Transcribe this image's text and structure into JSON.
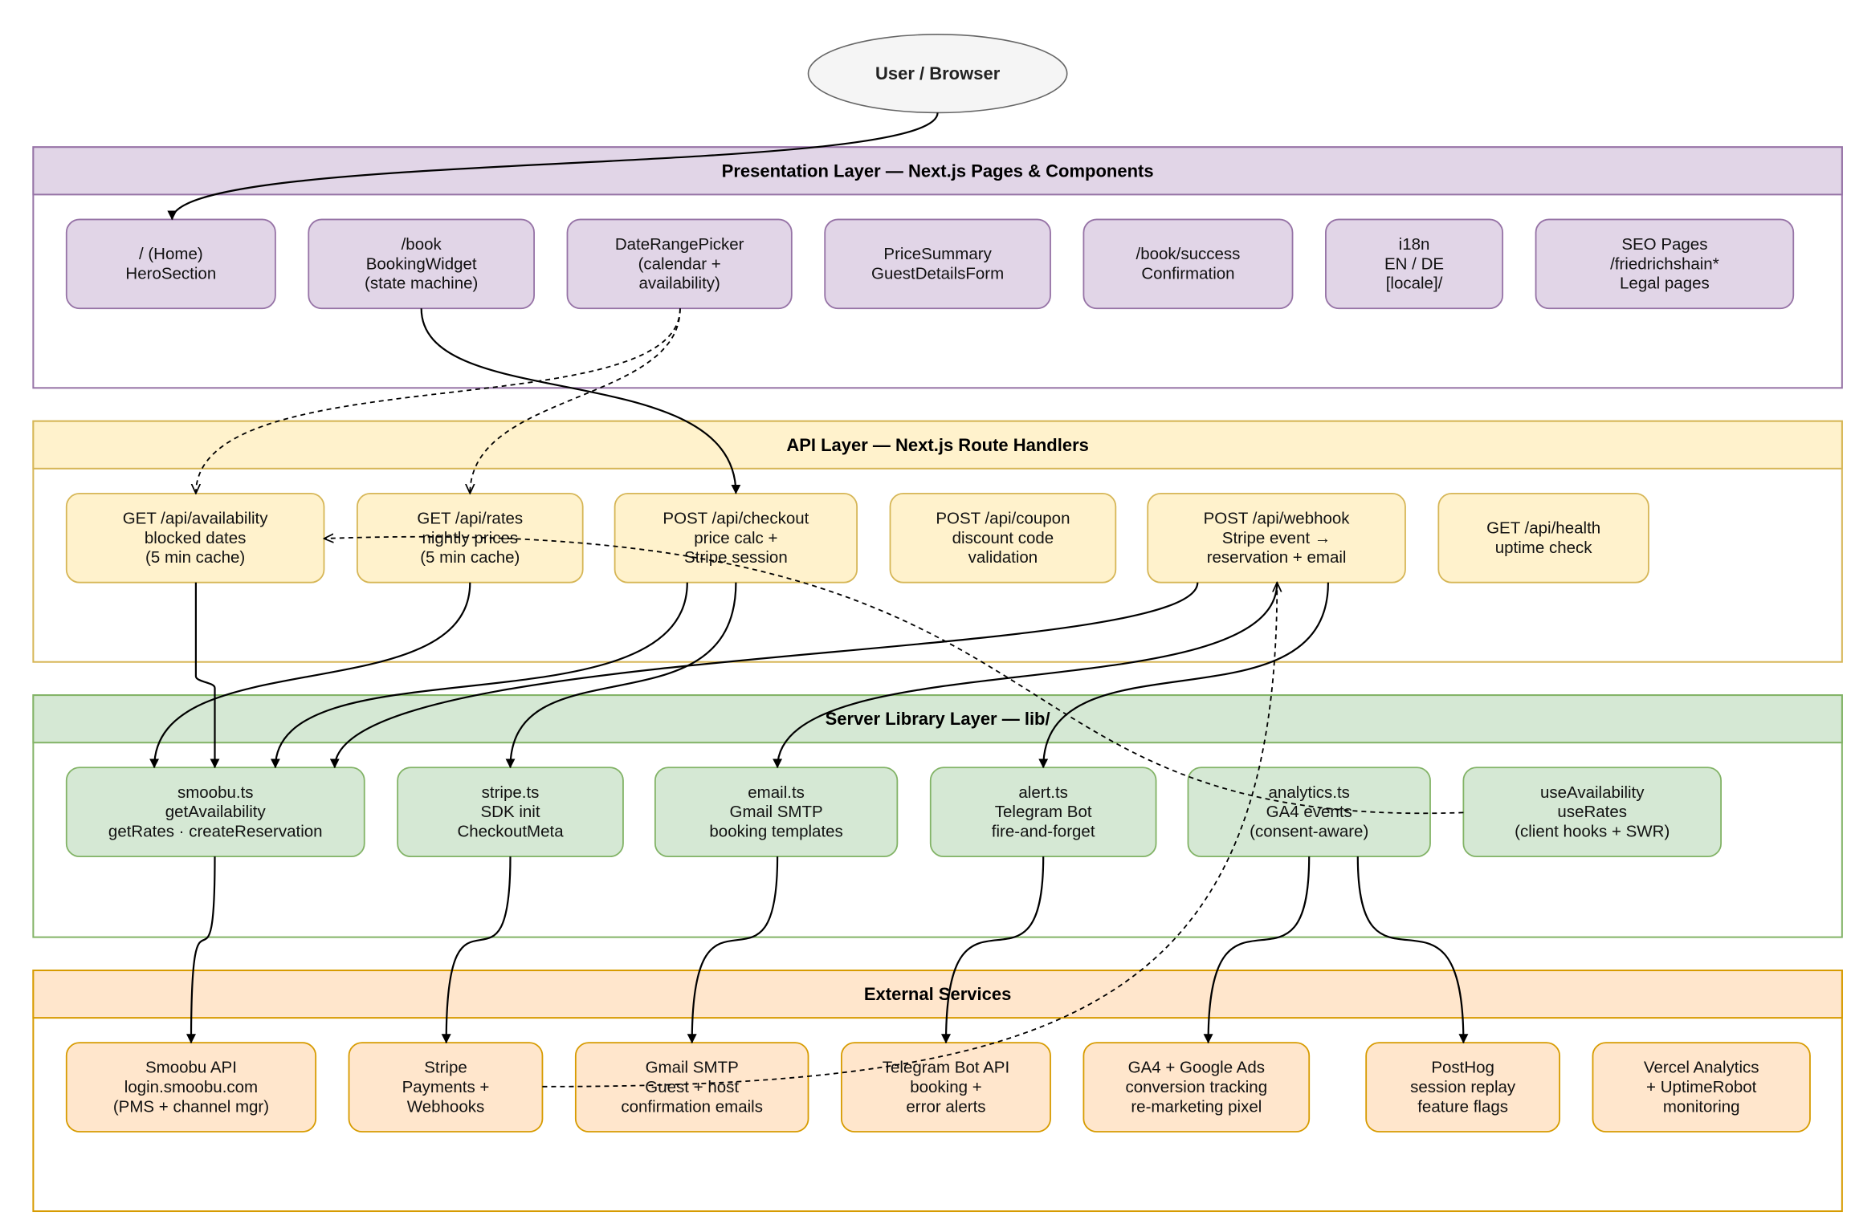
{
  "user": {
    "label": "User / Browser"
  },
  "layers": [
    {
      "id": "presentation",
      "title": "Presentation Layer — Next.js Pages & Components",
      "fill": "#e1d5e7",
      "stroke": "#9673a6",
      "nodes": [
        {
          "id": "home",
          "lines": [
            "/ (Home)",
            "HeroSection"
          ]
        },
        {
          "id": "book",
          "lines": [
            "/book",
            "BookingWidget",
            "(state machine)"
          ]
        },
        {
          "id": "daterange",
          "lines": [
            "DateRangePicker",
            "(calendar +",
            "availability)"
          ]
        },
        {
          "id": "pricesummary",
          "lines": [
            "PriceSummary",
            "GuestDetailsForm"
          ]
        },
        {
          "id": "booksuccess",
          "lines": [
            "/book/success",
            "Confirmation"
          ]
        },
        {
          "id": "i18n",
          "lines": [
            "i18n",
            "EN / DE",
            "[locale]/"
          ]
        },
        {
          "id": "seo",
          "lines": [
            "SEO Pages",
            "/friedrichshain*",
            "Legal pages"
          ]
        }
      ]
    },
    {
      "id": "api",
      "title": "API Layer — Next.js Route Handlers",
      "fill": "#fff2cc",
      "stroke": "#d6b656",
      "nodes": [
        {
          "id": "availability",
          "lines": [
            "GET /api/availability",
            "blocked dates",
            "(5 min cache)"
          ]
        },
        {
          "id": "rates",
          "lines": [
            "GET /api/rates",
            "nightly prices",
            "(5 min cache)"
          ]
        },
        {
          "id": "checkout",
          "lines": [
            "POST /api/checkout",
            "price calc +",
            "Stripe session"
          ]
        },
        {
          "id": "coupon",
          "lines": [
            "POST /api/coupon",
            "discount code",
            "validation"
          ]
        },
        {
          "id": "webhook",
          "lines": [
            "POST /api/webhook",
            "Stripe event →",
            "reservation + email"
          ]
        },
        {
          "id": "health",
          "lines": [
            "GET /api/health",
            "uptime check"
          ]
        }
      ]
    },
    {
      "id": "lib",
      "title": "Server Library Layer — lib/",
      "fill": "#d5e8d4",
      "stroke": "#82b366",
      "nodes": [
        {
          "id": "smoobu",
          "lines": [
            "smoobu.ts",
            "getAvailability",
            "getRates · createReservation"
          ]
        },
        {
          "id": "stripe",
          "lines": [
            "stripe.ts",
            "SDK init",
            "CheckoutMeta"
          ]
        },
        {
          "id": "email",
          "lines": [
            "email.ts",
            "Gmail SMTP",
            "booking templates"
          ]
        },
        {
          "id": "alert",
          "lines": [
            "alert.ts",
            "Telegram Bot",
            "fire-and-forget"
          ]
        },
        {
          "id": "analytics",
          "lines": [
            "analytics.ts",
            "GA4 events",
            "(consent-aware)"
          ]
        },
        {
          "id": "hooks",
          "lines": [
            "useAvailability",
            "useRates",
            "(client hooks + SWR)"
          ]
        }
      ]
    },
    {
      "id": "external",
      "title": "External Services",
      "fill": "#ffe6cc",
      "stroke": "#d79b00",
      "nodes": [
        {
          "id": "smoobuapi",
          "lines": [
            "Smoobu API",
            "login.smoobu.com",
            "(PMS + channel mgr)"
          ]
        },
        {
          "id": "stripesvc",
          "lines": [
            "Stripe",
            "Payments +",
            "Webhooks"
          ]
        },
        {
          "id": "gmail",
          "lines": [
            "Gmail SMTP",
            "Guest + host",
            "confirmation emails"
          ]
        },
        {
          "id": "telegram",
          "lines": [
            "Telegram Bot API",
            "booking +",
            "error alerts"
          ]
        },
        {
          "id": "ga4",
          "lines": [
            "GA4 + Google Ads",
            "conversion tracking",
            "re-marketing pixel"
          ]
        },
        {
          "id": "posthog",
          "lines": [
            "PostHog",
            "session replay",
            "feature flags"
          ]
        },
        {
          "id": "vercel",
          "lines": [
            "Vercel Analytics",
            "+ UptimeRobot",
            "monitoring"
          ]
        }
      ]
    }
  ],
  "edges": [
    {
      "from": "user",
      "to": "home",
      "style": "solid"
    },
    {
      "from": "book",
      "to": "checkout",
      "style": "solid"
    },
    {
      "from": "daterange",
      "to": "availability",
      "style": "dashed"
    },
    {
      "from": "daterange",
      "to": "rates",
      "style": "dashed"
    },
    {
      "from": "hooks",
      "to": "availability",
      "style": "dashed"
    },
    {
      "from": "stripesvc",
      "to": "webhook",
      "style": "dashed"
    },
    {
      "from": "availability",
      "to": "smoobu",
      "style": "solid"
    },
    {
      "from": "rates",
      "to": "smoobu",
      "style": "solid"
    },
    {
      "from": "checkout",
      "to": "smoobu",
      "style": "solid"
    },
    {
      "from": "checkout",
      "to": "stripe",
      "style": "solid"
    },
    {
      "from": "webhook",
      "to": "smoobu",
      "style": "solid"
    },
    {
      "from": "webhook",
      "to": "email",
      "style": "solid"
    },
    {
      "from": "webhook",
      "to": "alert",
      "style": "solid"
    },
    {
      "from": "smoobu",
      "to": "smoobuapi",
      "style": "solid"
    },
    {
      "from": "stripe",
      "to": "stripesvc",
      "style": "solid"
    },
    {
      "from": "email",
      "to": "gmail",
      "style": "solid"
    },
    {
      "from": "alert",
      "to": "telegram",
      "style": "solid"
    },
    {
      "from": "analytics",
      "to": "ga4",
      "style": "solid"
    },
    {
      "from": "analytics",
      "to": "posthog",
      "style": "solid"
    }
  ]
}
